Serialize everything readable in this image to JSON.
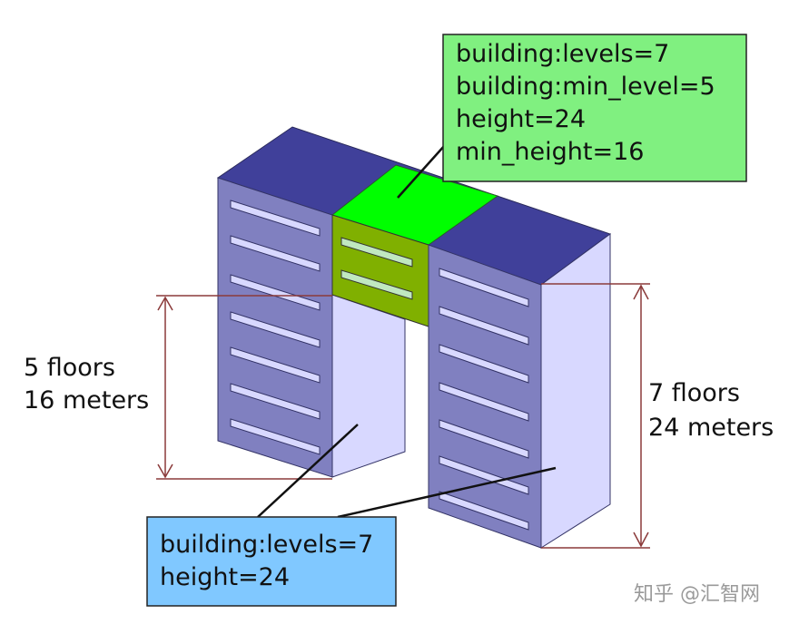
{
  "diagram": {
    "top_box": {
      "lines": [
        "building:levels=7",
        "building:min_level=5",
        "height=24",
        "min_height=16"
      ],
      "fill": "#80f080"
    },
    "bottom_box": {
      "lines": [
        "building:levels=7",
        "height=24"
      ],
      "fill": "#80c8ff"
    },
    "left_dimension": {
      "line1": "5 floors",
      "line2": "16 meters"
    },
    "right_dimension": {
      "line1": "7 floors",
      "line2": "24 meters"
    },
    "colors": {
      "roof": "#40409a",
      "bridge_roof": "#00ff00",
      "bridge_side": "#80b000",
      "front_face": "#8080c0",
      "side_face": "#d8d8ff",
      "dimension_line": "#8b3a3a"
    }
  },
  "watermark": "知乎 @汇智网"
}
